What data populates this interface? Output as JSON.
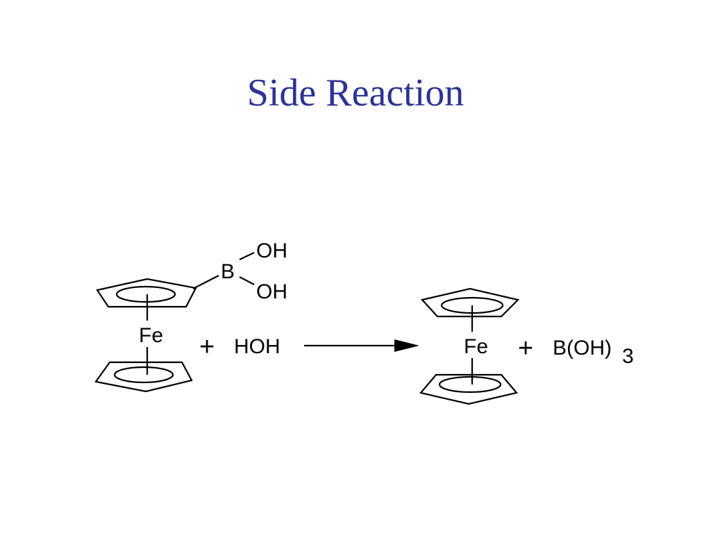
{
  "slide": {
    "title": "Side Reaction",
    "title_color": "#2b3396"
  },
  "reaction": {
    "reactant_boron_label": "B",
    "reactant_oh_top": "OH",
    "reactant_oh_bottom": "OH",
    "reactant_iron_label": "Fe",
    "plus_1": "+",
    "water_label": "HOH",
    "product_iron_label": "Fe",
    "plus_2": "+",
    "boric_acid_label": "B(OH)",
    "boric_acid_subscript": "3",
    "line_color": "#000000"
  }
}
